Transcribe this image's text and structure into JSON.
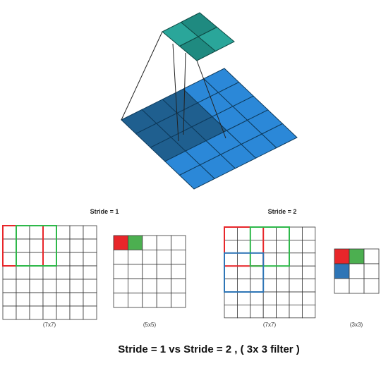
{
  "labels": {
    "stride1": "Stride = 1",
    "stride2": "Stride = 2",
    "grid_7x7_a": "(7x7)",
    "grid_5x5": "(5x5)",
    "grid_7x7_b": "(7x7)",
    "grid_3x3": "(3x3)",
    "caption": "Stride = 1 vs Stride = 2 , ( 3x 3 filter )"
  },
  "colors": {
    "input_blue": "#2b88d8",
    "input_highlight": "#1f5f8f",
    "output_teal": "#2aa69a",
    "output_teal_dark": "#1f8a80",
    "red": "#e8262a",
    "green": "#2eb84a",
    "blue": "#2e75b6",
    "fill_green": "#4caf50"
  }
}
